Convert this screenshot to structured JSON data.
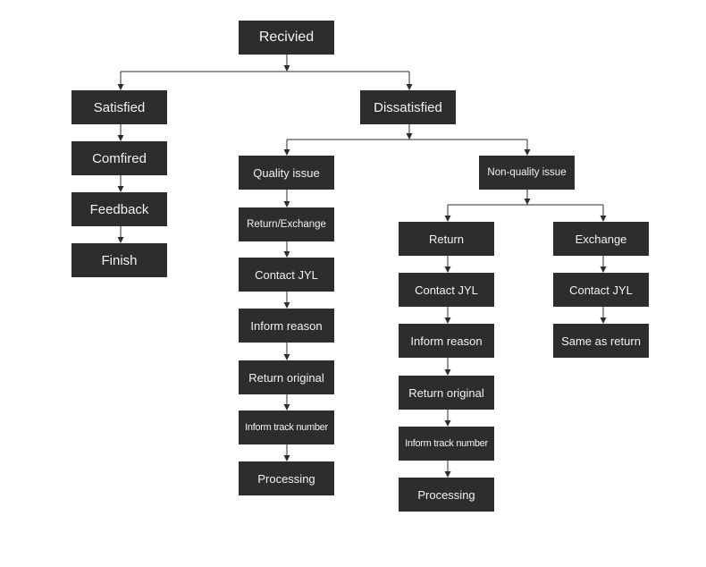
{
  "flowchart": {
    "root": "Recivied",
    "satisfied": {
      "label": "Satisfied",
      "steps": [
        "Comfired",
        "Feedback",
        "Finish"
      ]
    },
    "dissatisfied": {
      "label": "Dissatisfied",
      "quality_issue": {
        "label": "Quality issue",
        "steps": [
          "Return/Exchange",
          "Contact JYL",
          "Inform reason",
          "Return original",
          "Inform track number",
          "Processing"
        ]
      },
      "non_quality_issue": {
        "label": "Non-quality issue",
        "return": {
          "label": "Return",
          "steps": [
            "Contact JYL",
            "Inform reason",
            "Return original",
            "Inform track number",
            "Processing"
          ]
        },
        "exchange": {
          "label": "Exchange",
          "steps": [
            "Contact JYL",
            "Same as return"
          ]
        }
      }
    }
  }
}
